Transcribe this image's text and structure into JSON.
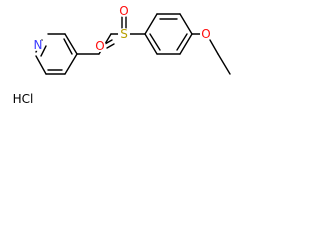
{
  "molecule": {
    "atoms": {
      "nitrogen": {
        "symbol": "N",
        "color": "#3a3aff"
      },
      "sulfur": {
        "symbol": "S",
        "color": "#b8a000"
      },
      "oxygen_top": {
        "symbol": "O",
        "color": "#ff0d0d"
      },
      "oxygen_bottom": {
        "symbol": "O",
        "color": "#ff0d0d"
      },
      "oxygen_ether": {
        "symbol": "O",
        "color": "#ff0d0d"
      }
    },
    "salt": {
      "label": "HCl",
      "color": "#000000"
    }
  }
}
